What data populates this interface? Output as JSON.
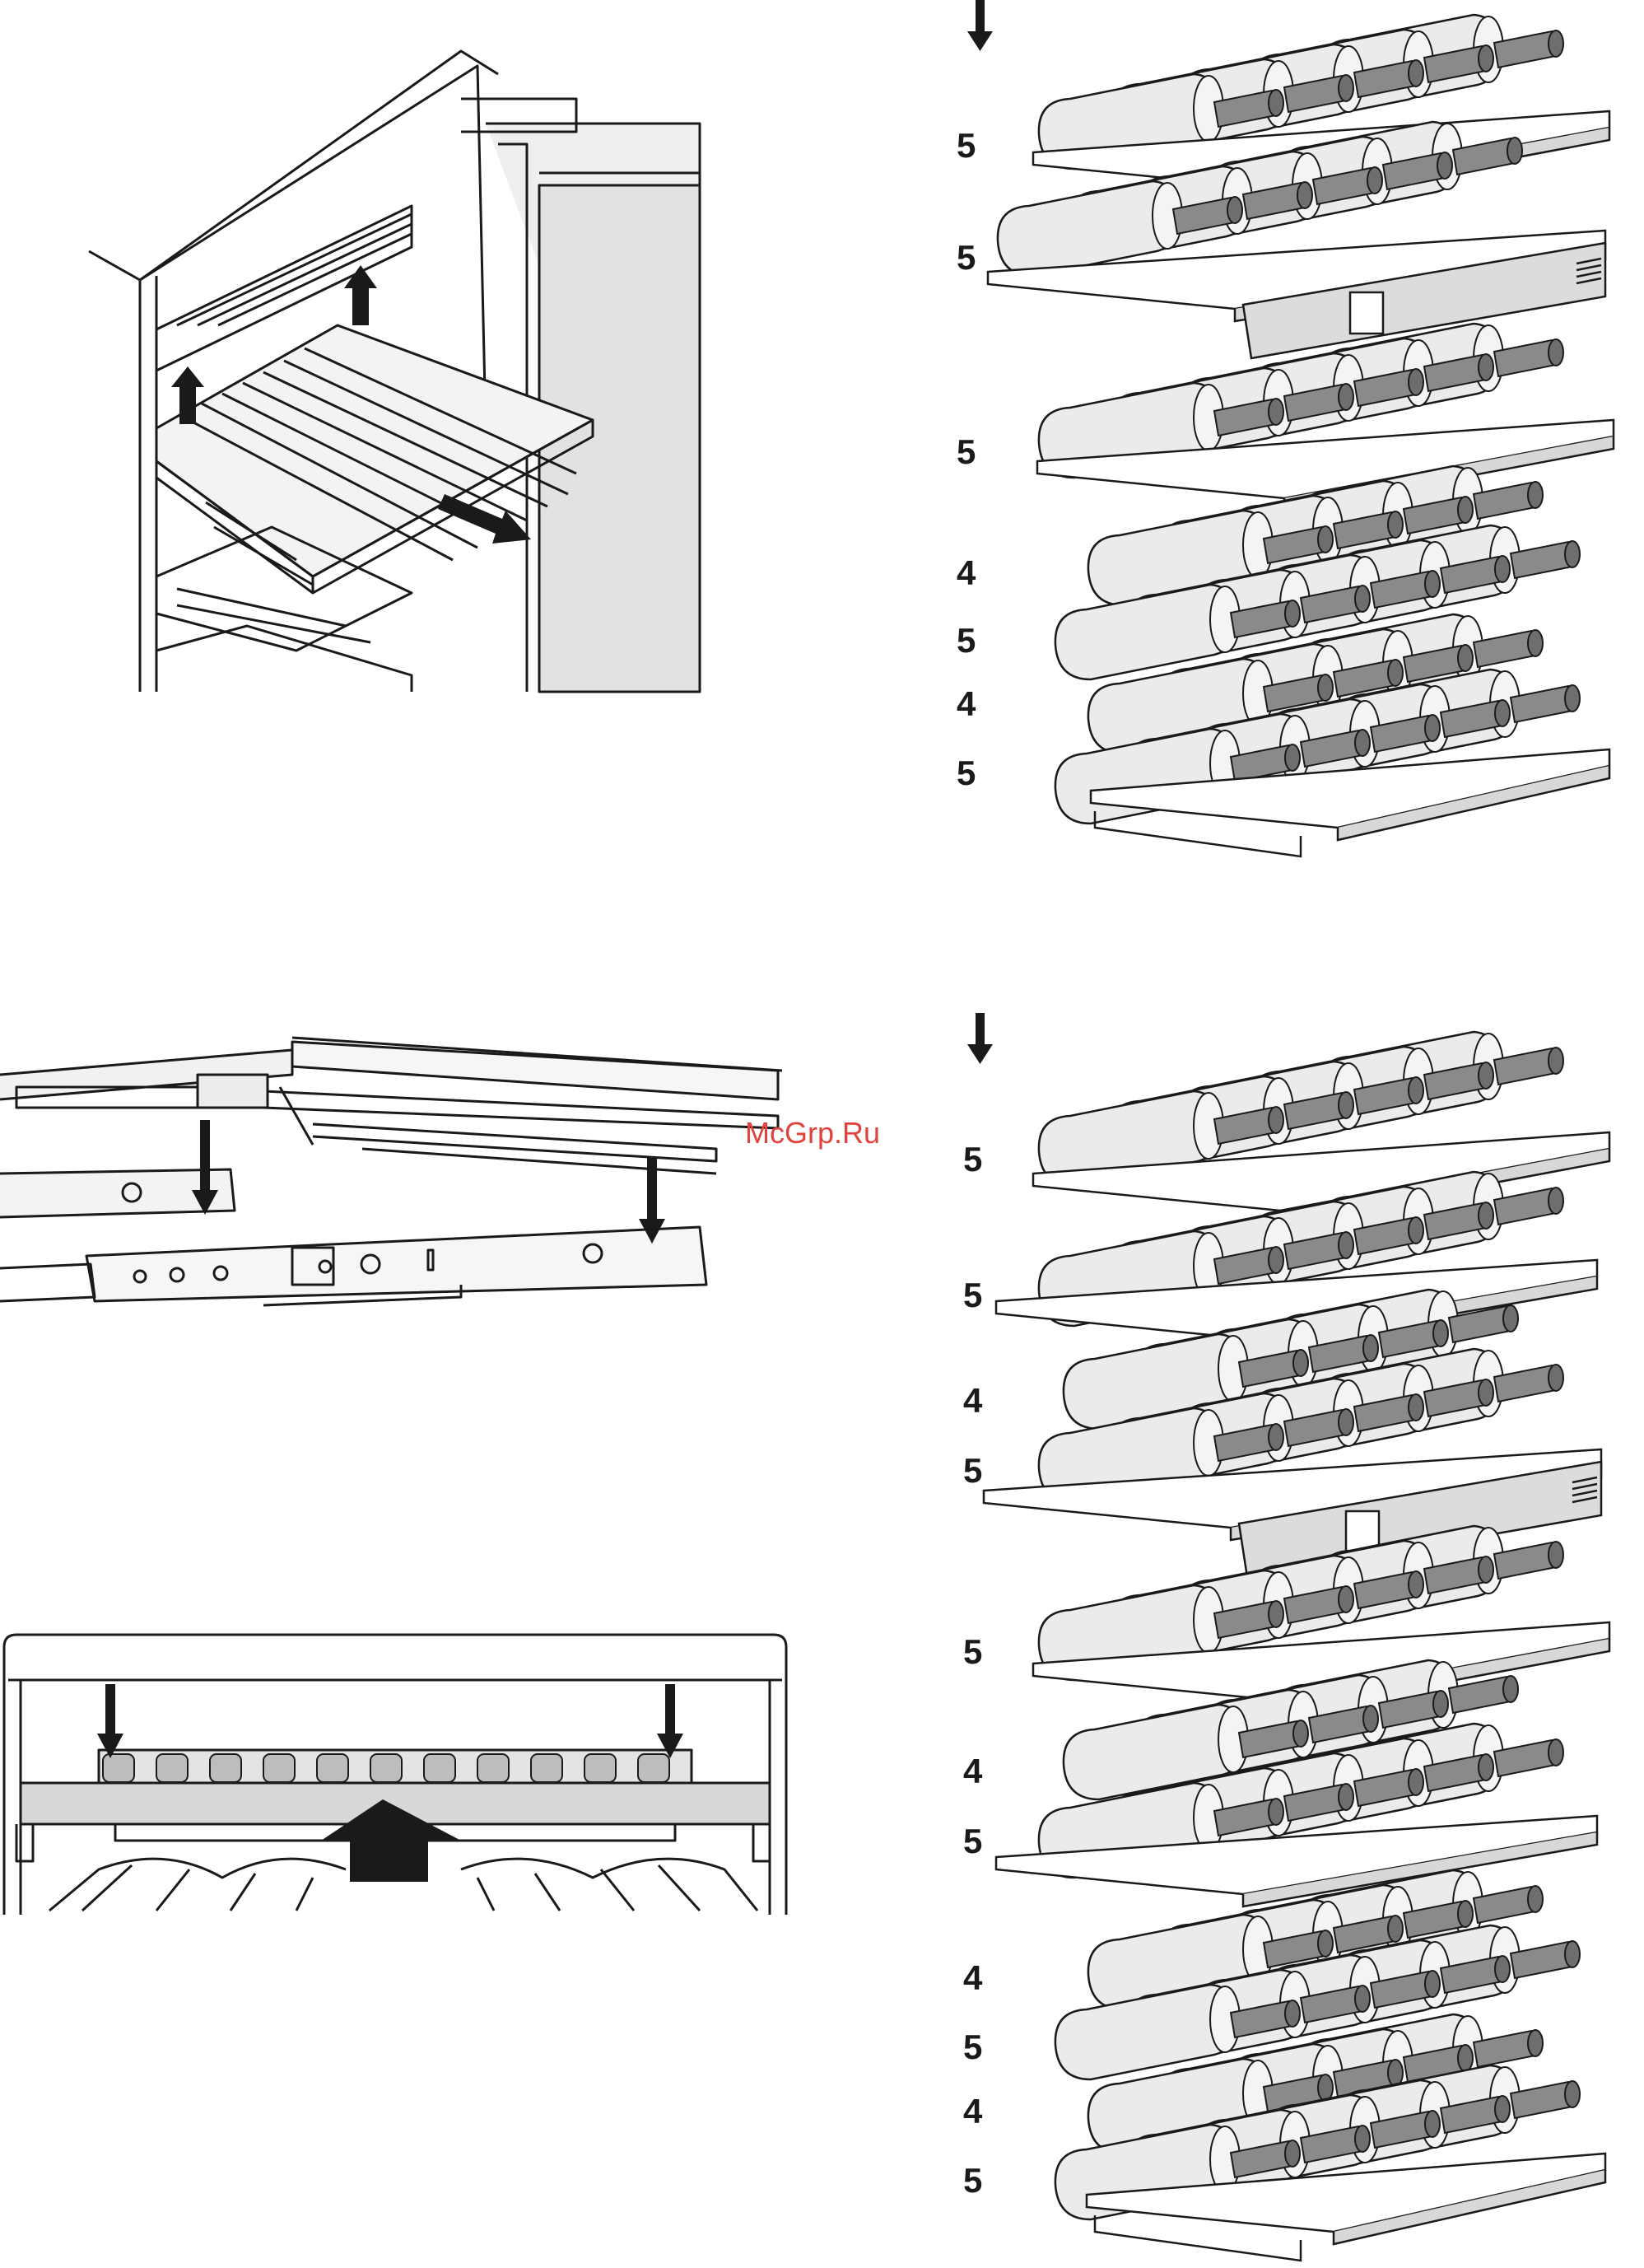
{
  "watermark": "McGrp.Ru",
  "colors": {
    "line": "#1a1a1a",
    "bottle_body": "#ebebeb",
    "bottle_neck": "#8a8a8a",
    "panel": "#dcdcdc",
    "wood": "#d8d8d8",
    "arrow": "#1a1a1a"
  },
  "diagram_top_right": {
    "row_counts": [
      "5",
      "5",
      "5",
      "4",
      "5",
      "4",
      "5"
    ]
  },
  "diagram_bottom_right": {
    "row_counts": [
      "5",
      "5",
      "4",
      "5",
      "5",
      "4",
      "5",
      "4",
      "5",
      "4",
      "5"
    ]
  },
  "icons": {
    "down_arrow": "down-arrow-icon",
    "up_arrow": "up-arrow-icon",
    "pull_arrow": "pull-out-arrow-icon"
  }
}
